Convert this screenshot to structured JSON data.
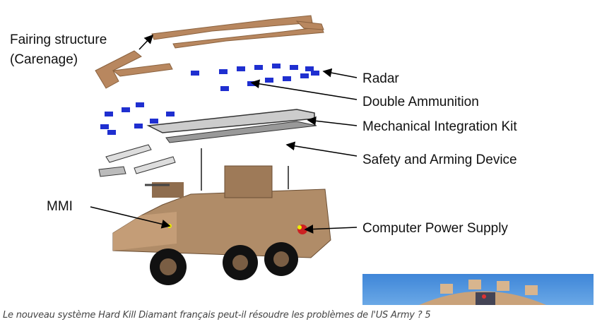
{
  "diagram": {
    "labels": {
      "fairing_line1": "Fairing structure",
      "fairing_line2": "(Carenage)",
      "radar": "Radar",
      "double_ammunition": "Double Ammunition",
      "mechanical_integration_kit": "Mechanical Integration Kit",
      "safety_arming_device": "Safety and Arming Device",
      "mmi": "MMI",
      "computer_power_supply": "Computer Power Supply"
    },
    "colors": {
      "hull": "#b08c68",
      "fairing": "#b8875f",
      "ammunition": "#1f2fd0"
    }
  },
  "caption": "Le nouveau système Hard Kill Diamant français peut-il résoudre les problèmes de l'US Army ? 5"
}
